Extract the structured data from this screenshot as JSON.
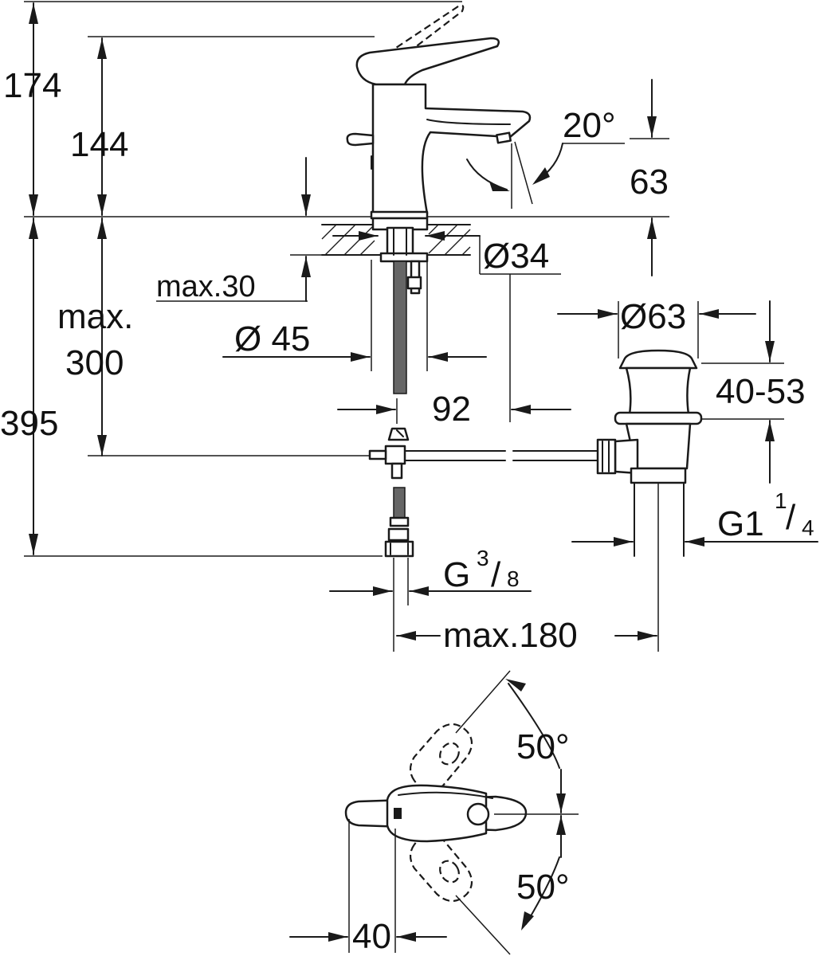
{
  "dimensions": {
    "h174": "174",
    "h144": "144",
    "h395": "395",
    "max_label": "max.",
    "h300": "300",
    "max30": "max.30",
    "d45": "Ø 45",
    "d34": "Ø34",
    "d63": "Ø63",
    "angle20": "20°",
    "h63": "63",
    "w92": "92",
    "range": "40-53",
    "g1": "G1",
    "g1_num": "1",
    "g1_sep": "/",
    "g1_den": "4",
    "g": "G",
    "g_num": "3",
    "g_sep": "/",
    "g_den": "8",
    "max180": "max.180",
    "angle50_top": "50°",
    "angle50_bottom": "50°",
    "w40": "40"
  }
}
